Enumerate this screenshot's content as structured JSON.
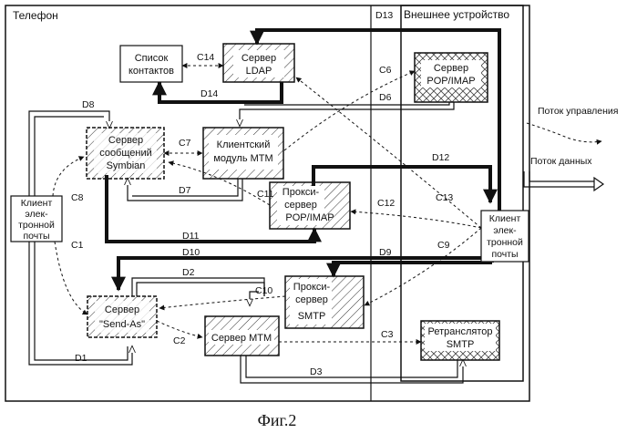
{
  "regions": {
    "phone": "Телефон",
    "external": "Внешнее устройство"
  },
  "caption": "Фиг.2",
  "legend": {
    "control": "Поток управления",
    "data": "Поток данных"
  },
  "boxes": {
    "contacts": [
      "Список",
      "контактов"
    ],
    "ldap": [
      "Сервер",
      "LDAP"
    ],
    "pop_server": [
      "Сервер",
      "POP/IMAP"
    ],
    "msg_server": [
      "Сервер",
      "сообщений",
      "Symbian"
    ],
    "mtm_client": [
      "Клиентский",
      "модуль MTM"
    ],
    "email_left": [
      "Клиент",
      "элек-",
      "тронной",
      "почты"
    ],
    "proxy_pop": [
      "Прокси-",
      "сервер",
      "POP/IMAP"
    ],
    "email_right": [
      "Клиент",
      "элек-",
      "тронной",
      "почты"
    ],
    "send_as": [
      "Сервер",
      "\"Send-As\""
    ],
    "proxy_smtp": [
      "Прокси-",
      "сервер",
      "SMTP"
    ],
    "mtm_server": [
      "Сервер MTM"
    ],
    "relay": [
      "Ретранслятор",
      "SMTP"
    ]
  },
  "labels": {
    "C1": "C1",
    "C2": "C2",
    "C3": "C3",
    "C6": "C6",
    "C7": "C7",
    "C8": "C8",
    "C9": "C9",
    "C10": "C10",
    "C11": "C11",
    "C12": "C12",
    "C13": "C13",
    "C14": "C14",
    "D1": "D1",
    "D2": "D2",
    "D3": "D3",
    "D6": "D6",
    "D7": "D7",
    "D8": "D8",
    "D9": "D9",
    "D10": "D10",
    "D11": "D11",
    "D12": "D12",
    "D13": "D13",
    "D14": "D14"
  }
}
